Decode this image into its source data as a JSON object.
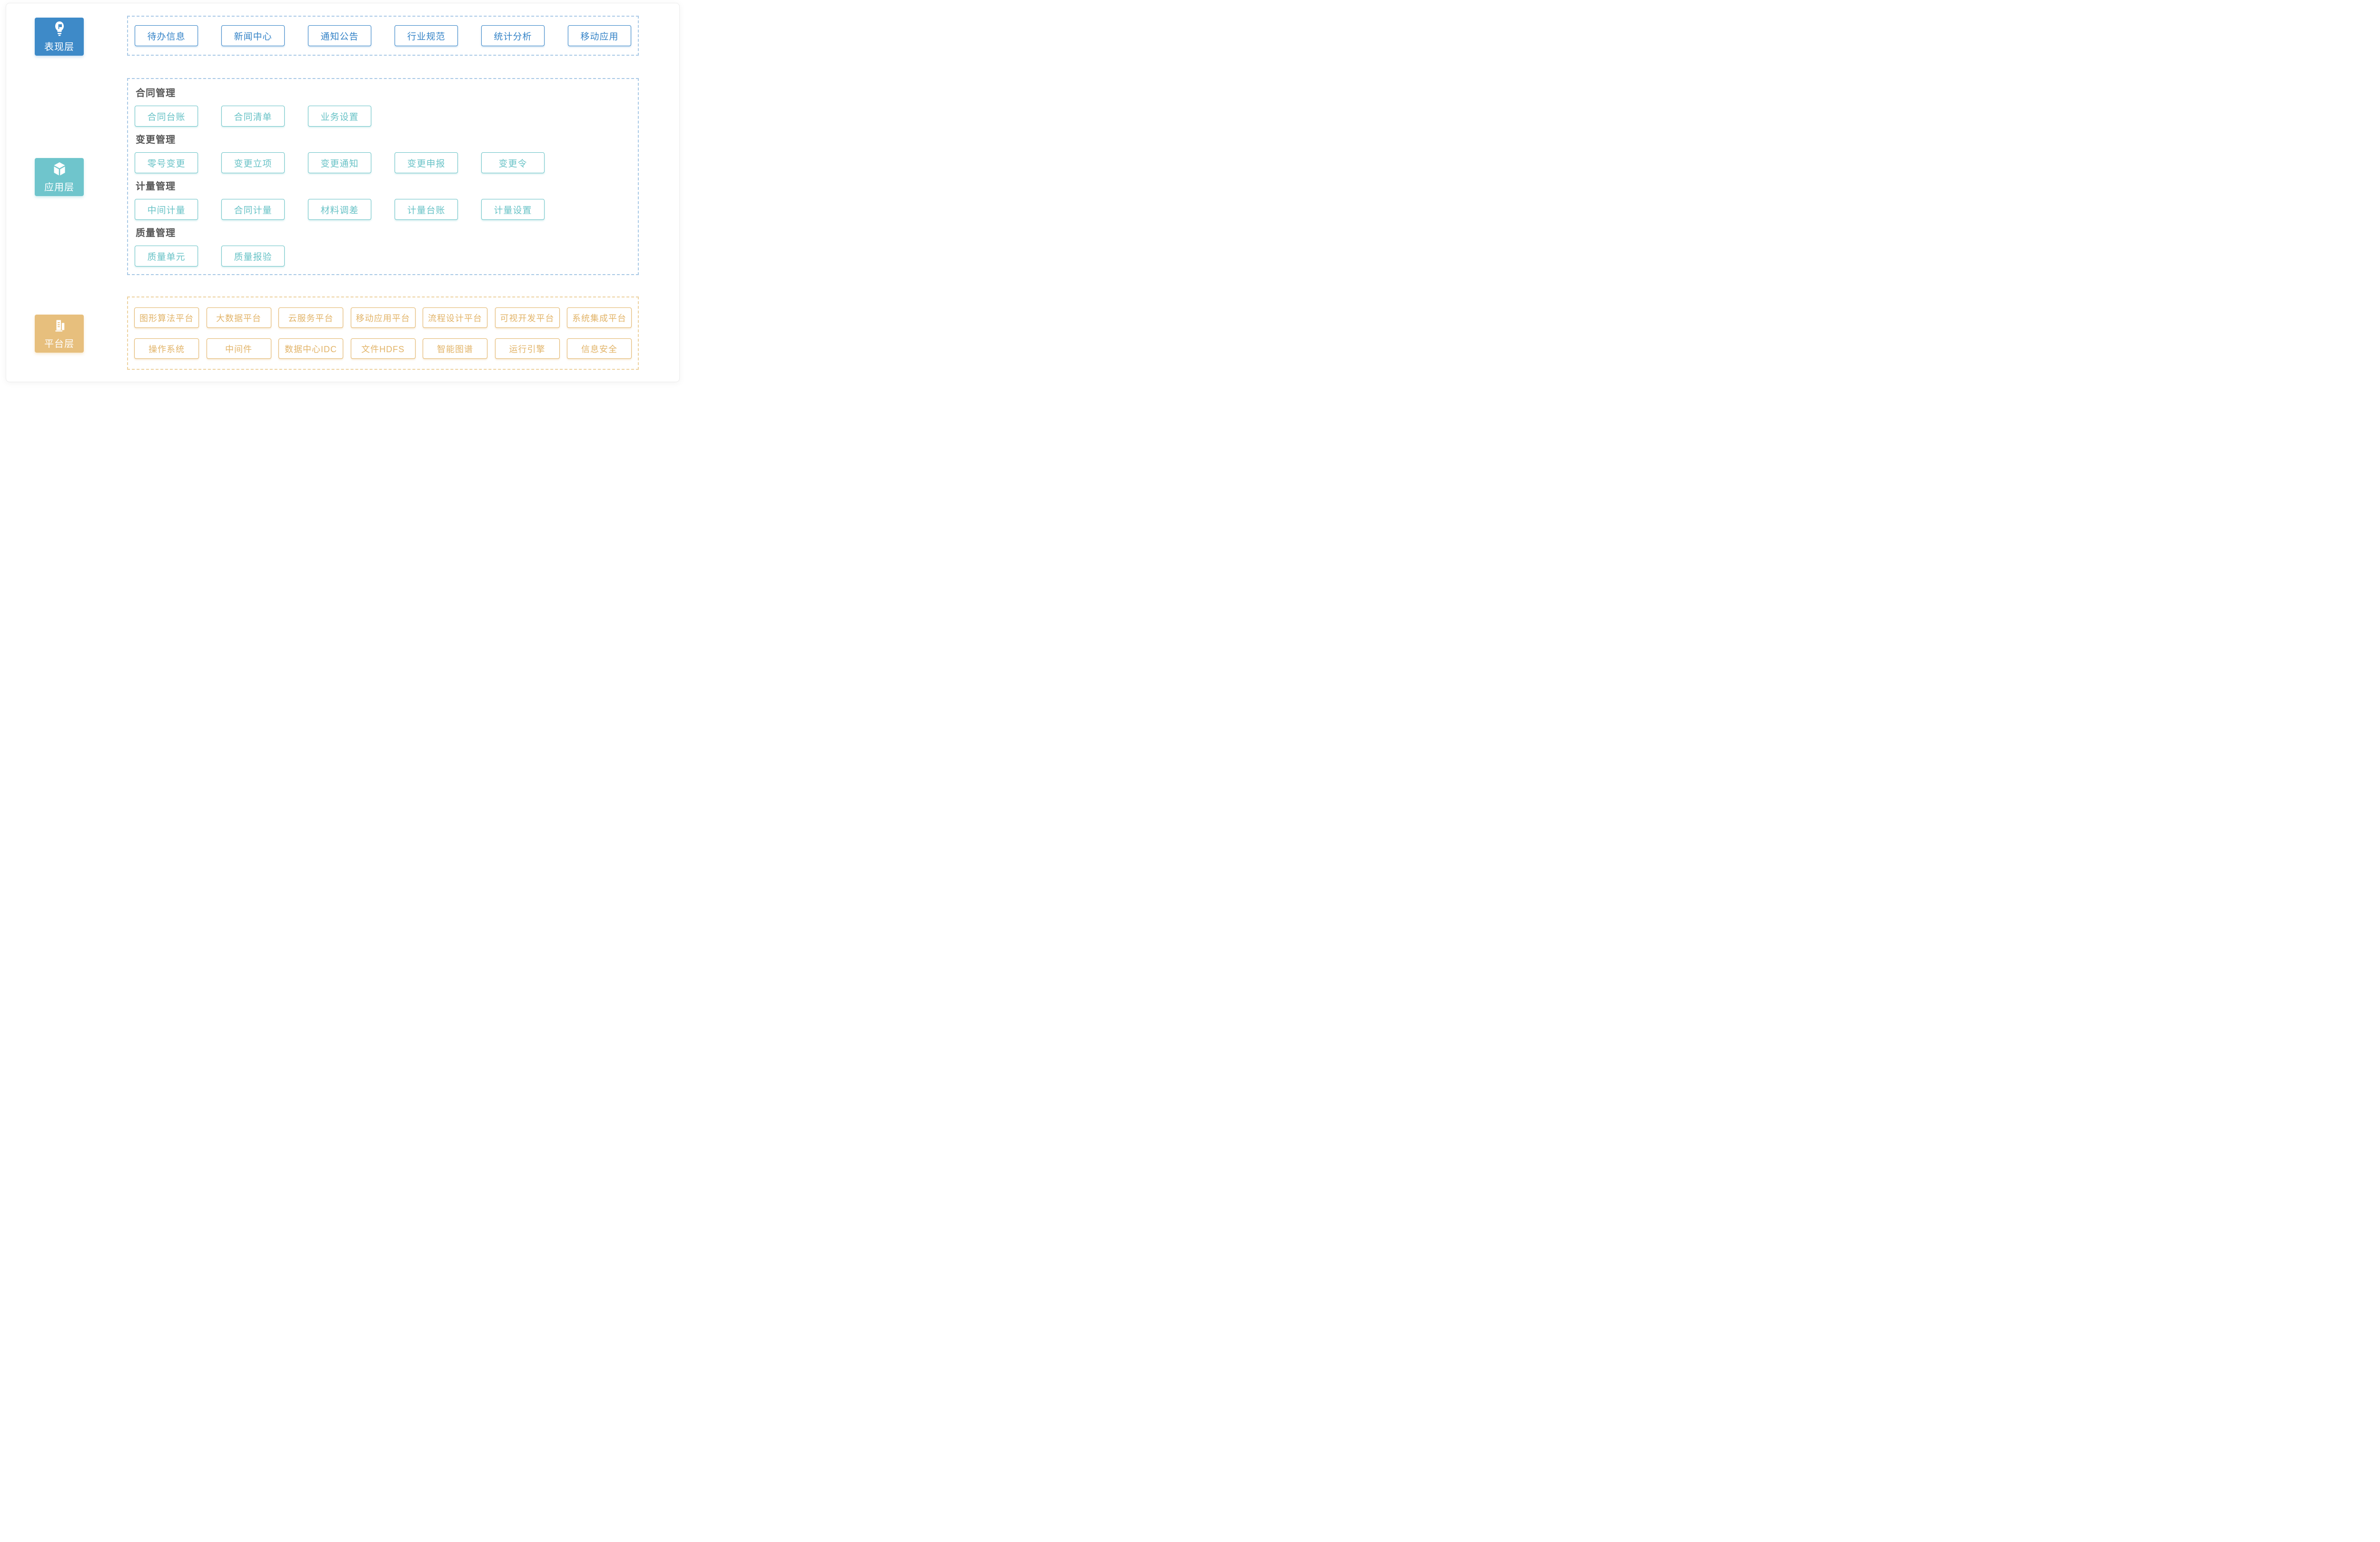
{
  "layers": {
    "presentation": {
      "label": "表现层",
      "icon": "lightbulb-flag-icon"
    },
    "application": {
      "label": "应用层",
      "icon": "cube-icon"
    },
    "platform": {
      "label": "平台层",
      "icon": "buildings-icon"
    }
  },
  "presentation_modules": [
    "待办信息",
    "新闻中心",
    "通知公告",
    "行业规范",
    "统计分析",
    "移动应用"
  ],
  "application_groups": [
    {
      "title": "合同管理",
      "modules": [
        "合同台账",
        "合同清单",
        "业务设置"
      ]
    },
    {
      "title": "变更管理",
      "modules": [
        "零号变更",
        "变更立项",
        "变更通知",
        "变更申报",
        "变更令"
      ]
    },
    {
      "title": "计量管理",
      "modules": [
        "中间计量",
        "合同计量",
        "材料调差",
        "计量台账",
        "计量设置"
      ]
    },
    {
      "title": "质量管理",
      "modules": [
        "质量单元",
        "质量报验"
      ]
    }
  ],
  "platform_modules_row1": [
    "图形算法平台",
    "大数据平台",
    "云服务平台",
    "移动应用平台",
    "流程设计平台",
    "可视开发平台",
    "系统集成平台"
  ],
  "platform_modules_row2": [
    "操作系统",
    "中间件",
    "数据中心IDC",
    "文件HDFS",
    "智能图谱",
    "运行引擎",
    "信息安全"
  ],
  "colors": {
    "presentation_accent": "#3E8AC8",
    "presentation_module": "#3483C7",
    "presentation_dash": "#A9C9E6",
    "application_accent": "#6FC5CC",
    "application_module": "#6AC3C7",
    "platform_accent": "#E7BF7D",
    "platform_module": "#E2B469",
    "platform_dash": "#EDD2A0",
    "group_title_text": "#555555"
  }
}
